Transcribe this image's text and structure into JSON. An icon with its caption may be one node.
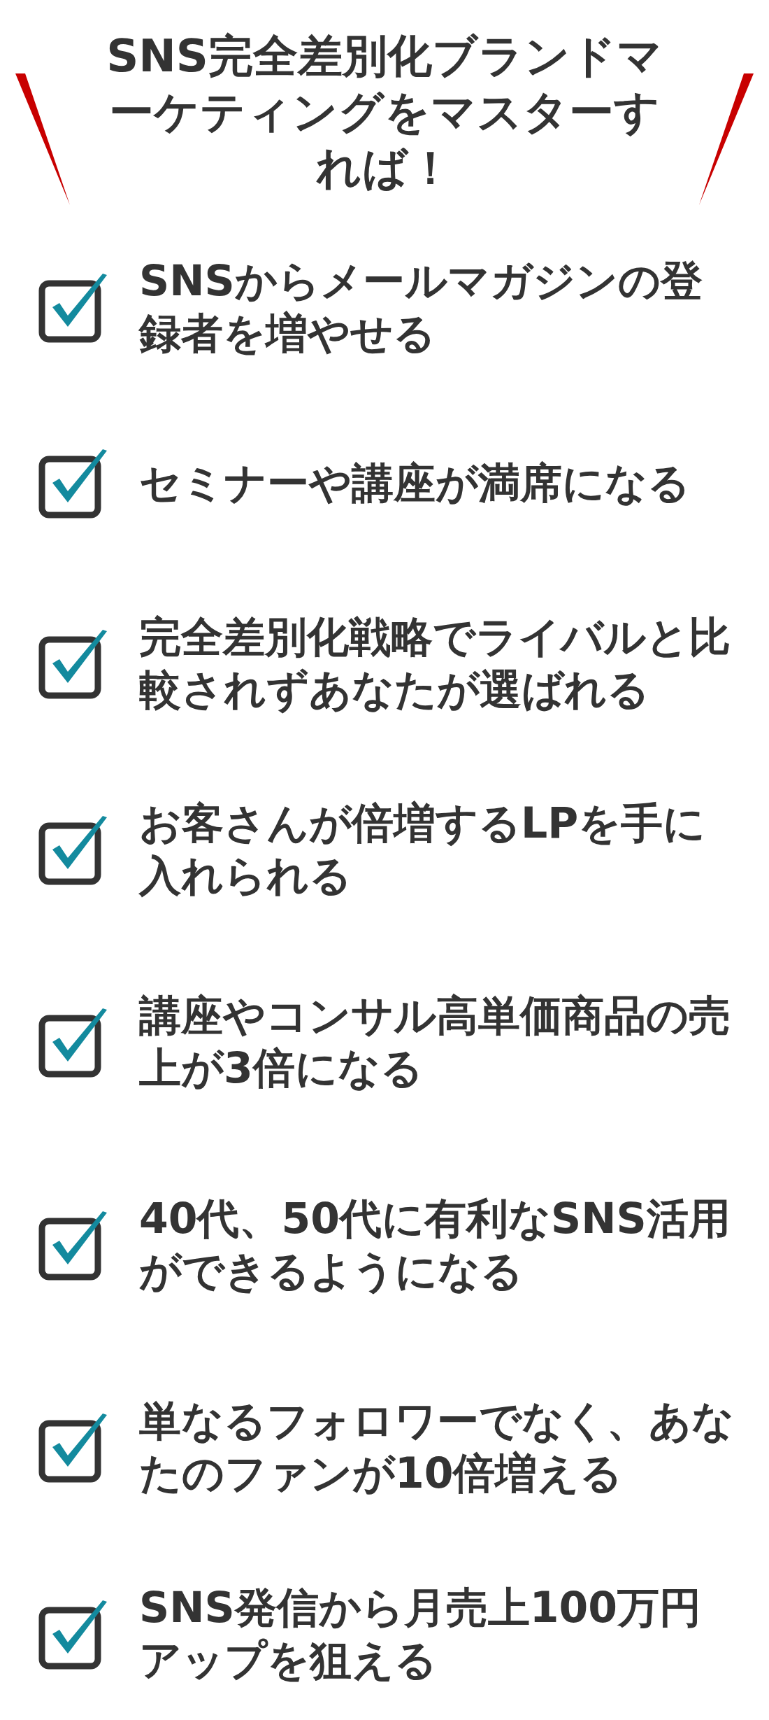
{
  "diagram": {
    "title": "SNS完全差別化ブランドマーケティングをマスターすれば！",
    "labels": [
      "SNSからメールマガジンの登録者を増やせる",
      "セミナーや講座が満席になる",
      "完全差別化戦略でライバルと比較されずあなたが選ばれる",
      "お客さんが倍増するLPを手に入れられる",
      "講座やコンサル高単価商品の売上が3倍になる",
      "40代、50代に有利なSNS活用ができるようになる",
      "単なるフォロワーでなく、あなたのファンが10倍増える",
      "SNS発信から月売上100万円アップを狙える"
    ]
  }
}
